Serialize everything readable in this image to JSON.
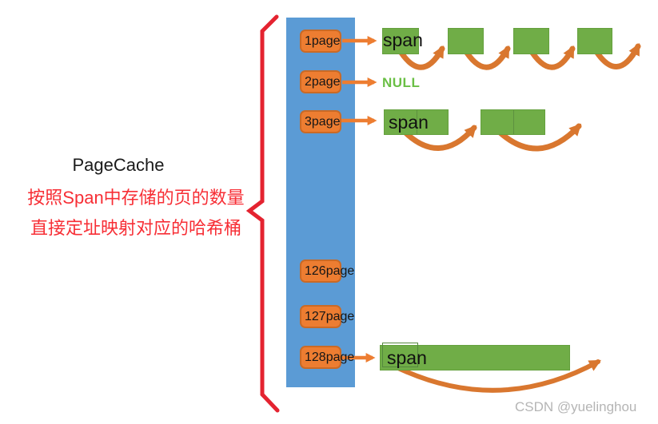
{
  "diagram": {
    "cache_title": "PageCache",
    "caption_line1": "按照Span中存储的页的数量",
    "caption_line2": "直接定址映射对应的哈希桶",
    "buckets": [
      {
        "label": "1page"
      },
      {
        "label": "2page"
      },
      {
        "label": "3page"
      },
      {
        "label": "126page"
      },
      {
        "label": "127page"
      },
      {
        "label": "128page"
      }
    ],
    "span_label": "span",
    "null_label": "NULL",
    "watermark": "CSDN @yuelinghou",
    "colors": {
      "column_blue": "#5b9bd5",
      "bucket_orange": "#ed7d31",
      "bucket_border_orange": "#ca6a26",
      "span_green": "#70ad47",
      "arrow_orange": "#d9772f",
      "straight_arrow_orange": "#ed7d31",
      "brace_red": "#e42330",
      "caption_red": "#f72e35",
      "null_green": "#6abf45",
      "watermark_gray": "#b5b5b5"
    }
  }
}
